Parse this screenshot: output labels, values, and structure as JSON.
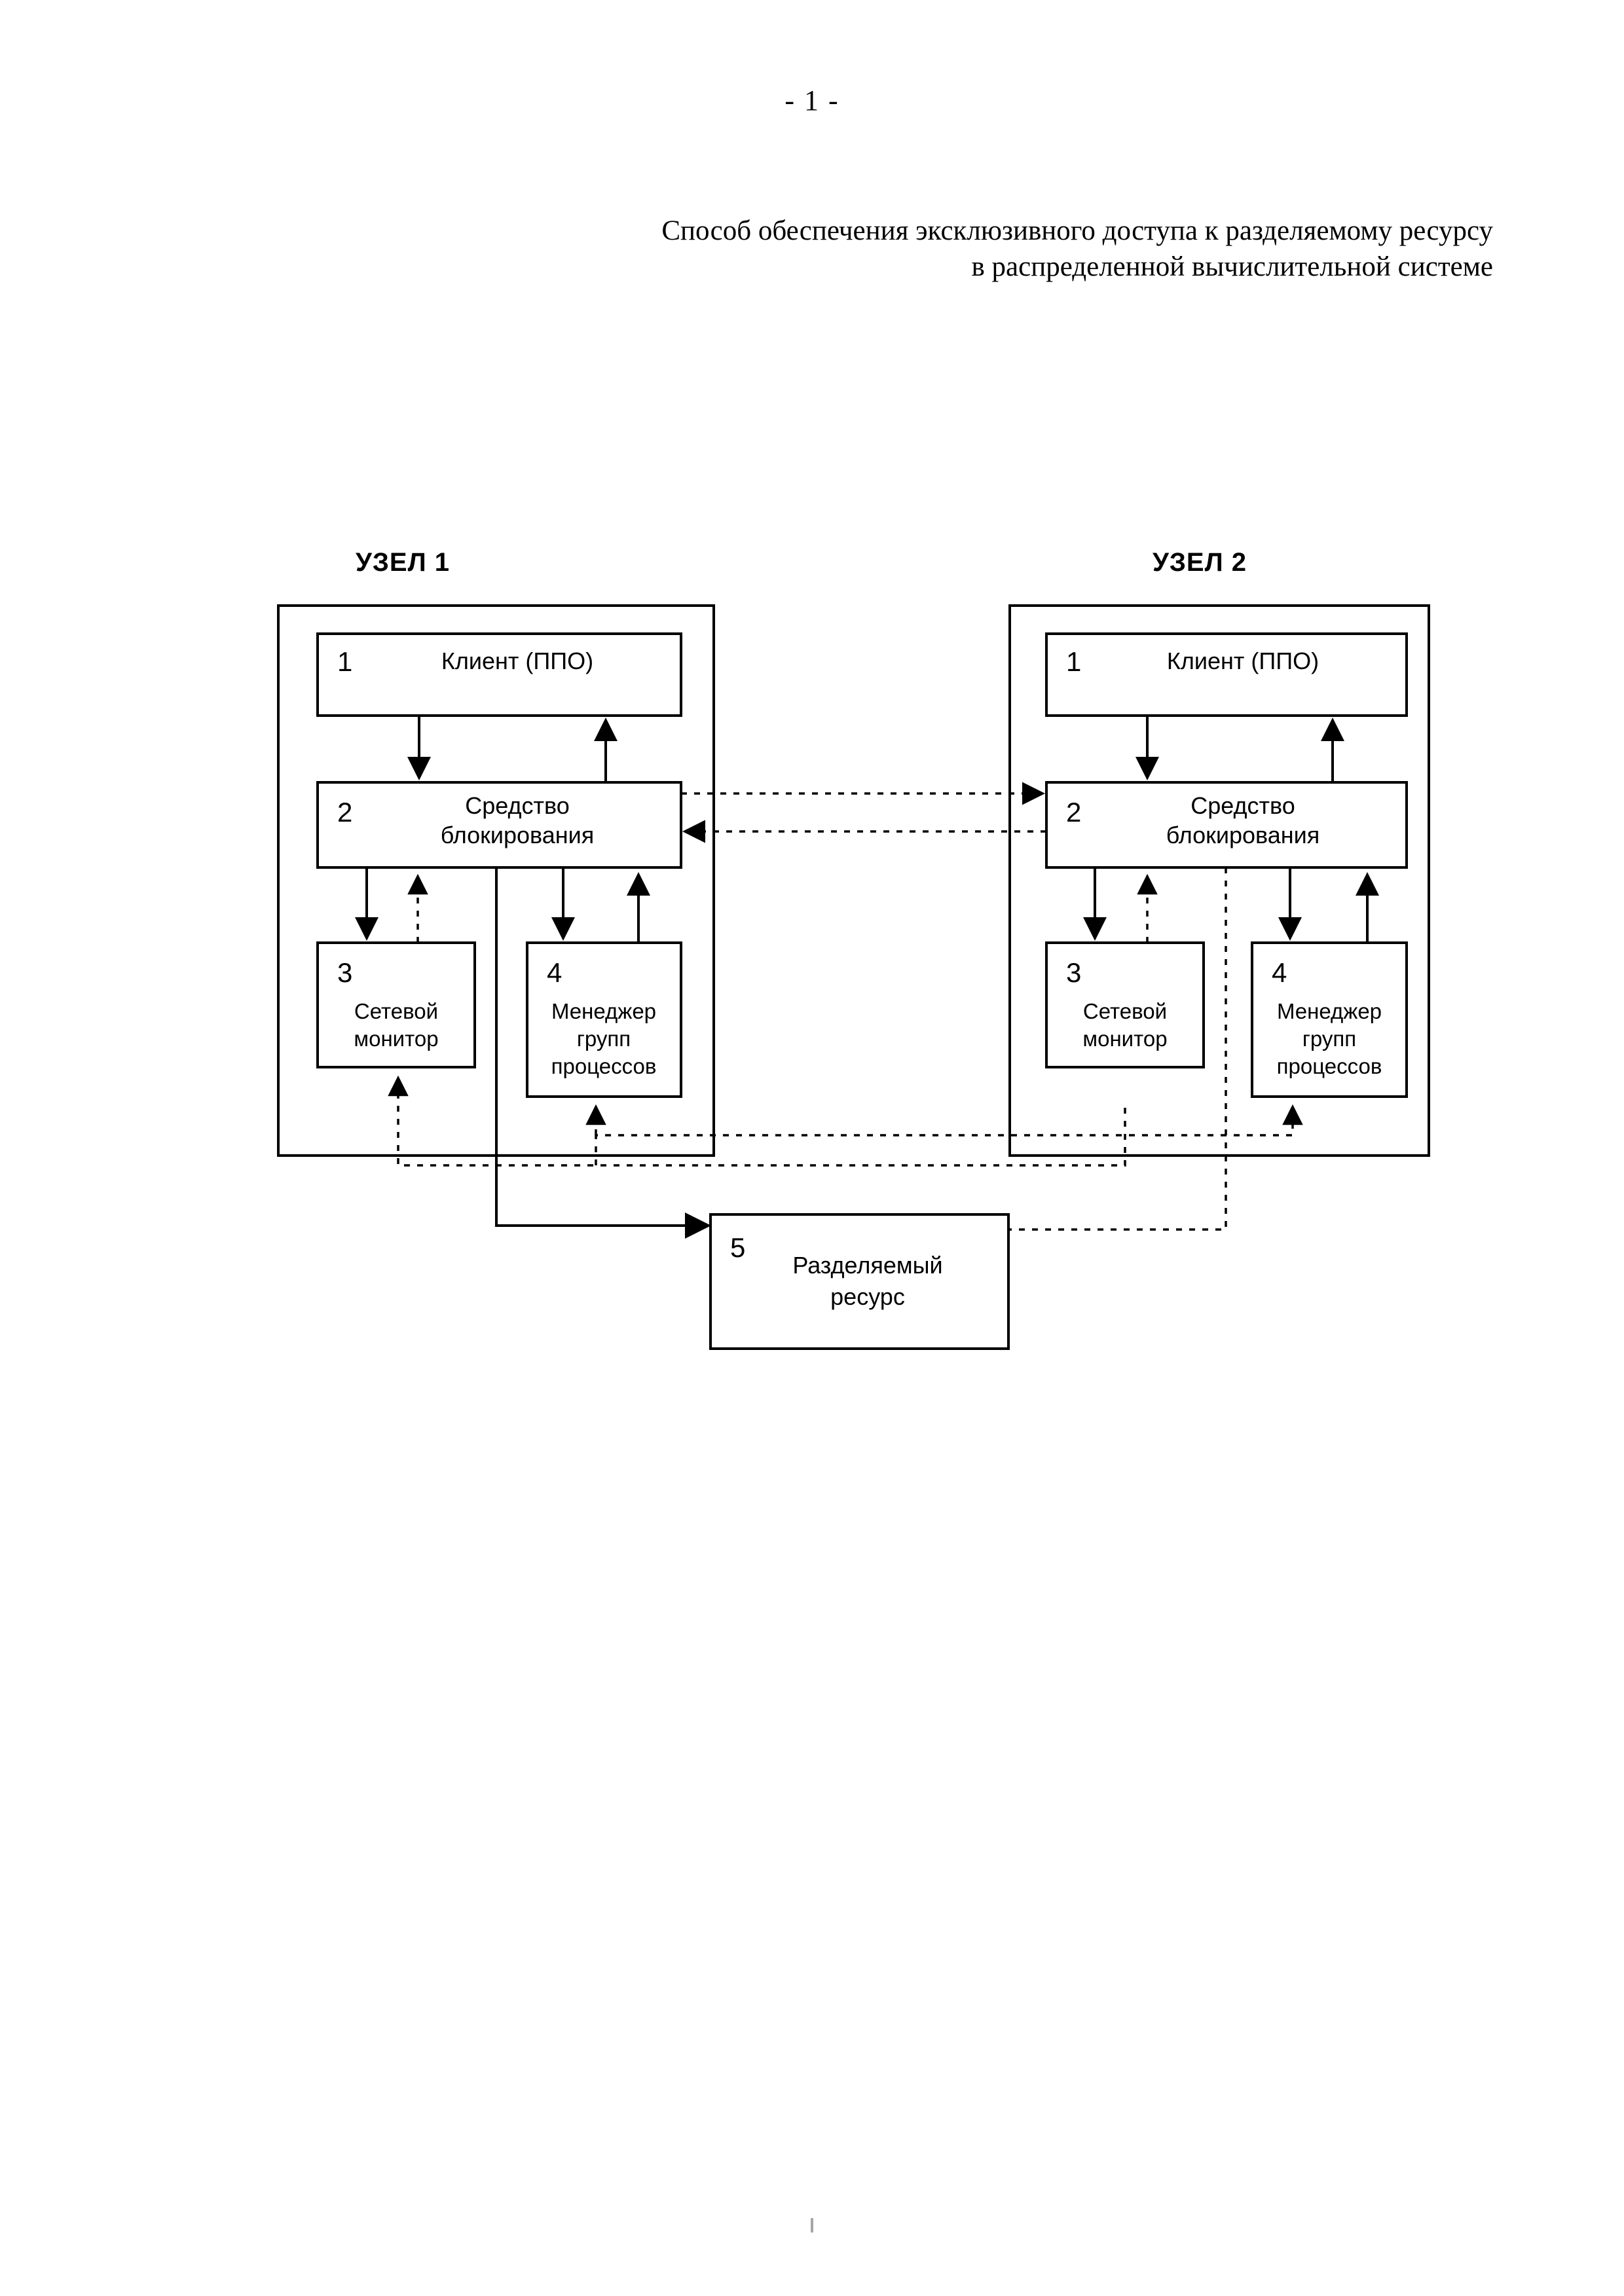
{
  "page": {
    "page_marker": "- 1 -",
    "title_line_1": "Способ обеспечения эксклюзивного доступа к разделяемому ресурсу",
    "title_line_2": "в распределенной вычислительной системе"
  },
  "diagram": {
    "type": "block-diagram",
    "nodes": [
      {
        "label": "УЗЕЛ 1",
        "blocks": [
          {
            "num": "1",
            "text": "Клиент (ППО)"
          },
          {
            "num": "2",
            "text_line_1": "Средство",
            "text_line_2": "блокирования"
          },
          {
            "num": "3",
            "text_line_1": "Сетевой",
            "text_line_2": "монитор"
          },
          {
            "num": "4",
            "text_line_1": "Менеджер",
            "text_line_2": "групп",
            "text_line_3": "процессов"
          }
        ]
      },
      {
        "label": "УЗЕЛ 2",
        "blocks": [
          {
            "num": "1",
            "text": "Клиент (ППО)"
          },
          {
            "num": "2",
            "text_line_1": "Средство",
            "text_line_2": "блокирования"
          },
          {
            "num": "3",
            "text_line_1": "Сетевой",
            "text_line_2": "монитор"
          },
          {
            "num": "4",
            "text_line_1": "Менеджер",
            "text_line_2": "групп",
            "text_line_3": "процессов"
          }
        ]
      }
    ],
    "shared": {
      "num": "5",
      "text_line_1": "Разделяемый",
      "text_line_2": "ресурс"
    },
    "colors": {
      "ink": "#000000",
      "paper": "#ffffff"
    }
  }
}
